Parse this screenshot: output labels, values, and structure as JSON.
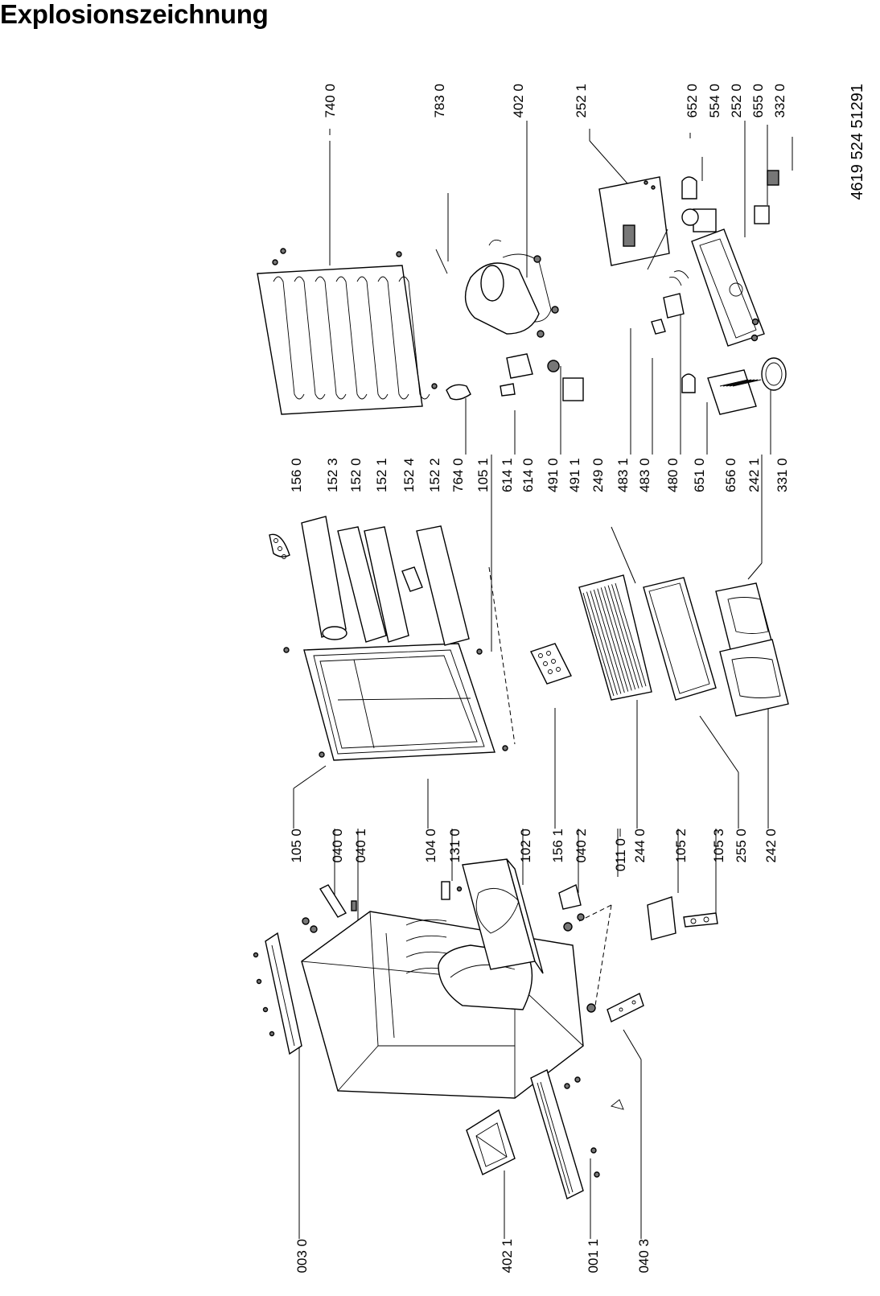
{
  "title": "Explosionszeichnung",
  "document_number": "4619 524 51291",
  "part_labels": [
    "003 0",
    "402 1",
    "001 1",
    "040 3",
    "105 0",
    "040 0",
    "040 1",
    "104 0",
    "131 0",
    "102 0",
    "156 1",
    "040 2",
    "011 0",
    "244 0",
    "105 2",
    "105 3",
    "255 0",
    "242 0",
    "156 0",
    "152 3",
    "152 0",
    "152 1",
    "152 4",
    "152 2",
    "764 0",
    "105 1",
    "614 1",
    "614 0",
    "491 0",
    "491 1",
    "249 0",
    "483 1",
    "483 0",
    "480 0",
    "651 0",
    "656 0",
    "242 1",
    "331 0",
    "740 0",
    "783 0",
    "402 0",
    "252 1",
    "652 0",
    "554 0",
    "252 0",
    "655 0",
    "332 0"
  ]
}
